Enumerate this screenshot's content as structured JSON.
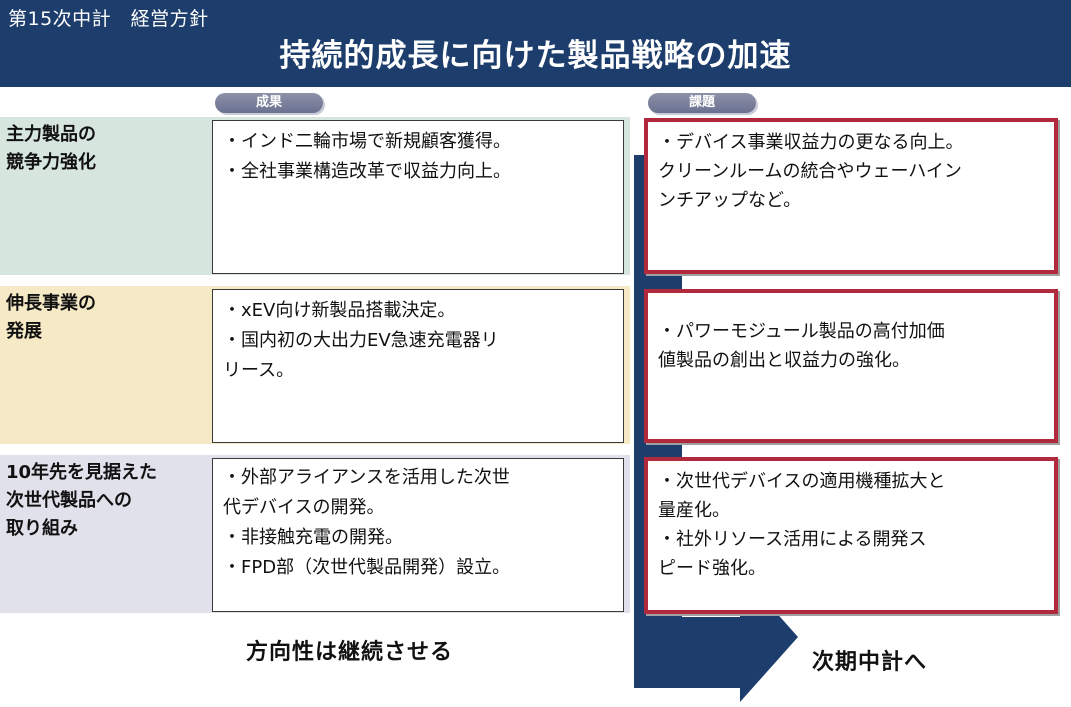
{
  "header": {
    "subtitle": "第15次中計　経営方針",
    "title": "持続的成長に向けた製品戦略の加速"
  },
  "columns": {
    "achievements": "成果",
    "issues": "課題"
  },
  "rows": [
    {
      "label": "主力製品の\n競争力強化",
      "achievements": [
        "・インド二輪市場で新規顧客獲得。",
        "・全社事業構造改革で収益力向上。"
      ],
      "issues": [
        "・デバイス事業収益力の更なる向上。",
        "クリーンルームの統合やウェーハイン",
        "ンチアップなど。"
      ]
    },
    {
      "label": "伸長事業の\n発展",
      "achievements": [
        "・xEV向け新製品搭載決定。",
        "・国内初の大出力EV急速充電器リ",
        "リース。"
      ],
      "issues": [
        "・パワーモジュール製品の高付加価",
        "値製品の創出と収益力の強化。"
      ]
    },
    {
      "label": "10年先を見据えた\n次世代製品への\n取り組み",
      "achievements": [
        "・外部アライアンスを活用した次世",
        "代デバイスの開発。",
        "・非接触充電の開発。",
        "・FPD部（次世代製品開発）設立。"
      ],
      "issues": [
        "・次世代デバイスの適用機種拡大と",
        "量産化。",
        "・社外リソース活用による開発ス",
        "ピード強化。"
      ]
    }
  ],
  "footer": {
    "direction": "方向性は継続させる",
    "next": "次期中計へ"
  },
  "colors": {
    "header": "#1d3e6c",
    "row1_band": "#d7e5df",
    "row2_band": "#f6e9c6",
    "row3_band": "#e0e1ea",
    "issue_border": "#b0293c",
    "arrow": "#1d3e6c"
  }
}
